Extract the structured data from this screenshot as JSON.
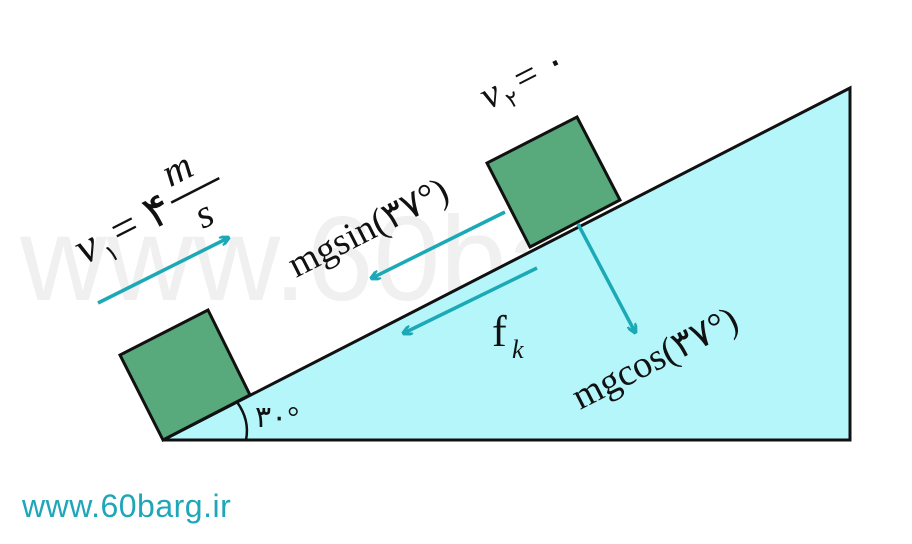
{
  "colors": {
    "incline_fill": "#b5f6fb",
    "incline_stroke": "#111111",
    "block_fill": "#58a97c",
    "arrow": "#1ba9b5",
    "site_text": "#1fa6b8"
  },
  "labels": {
    "v1_symbol": "v",
    "v1_sub": "۱",
    "v1_value": "= ۴",
    "v1_unit_num": "m",
    "v1_unit_den": "s",
    "v2_symbol": "v",
    "v2_sub": "۲",
    "v2_value": "= ۰",
    "mgsin": "mgsin(۳۷°)",
    "mgcos": "mgcos(۳۷°)",
    "fk_symbol": "f",
    "fk_sub": "k",
    "angle": "۳۰°"
  },
  "watermark": "www.60barg.ir",
  "site": "www.60barg.ir"
}
